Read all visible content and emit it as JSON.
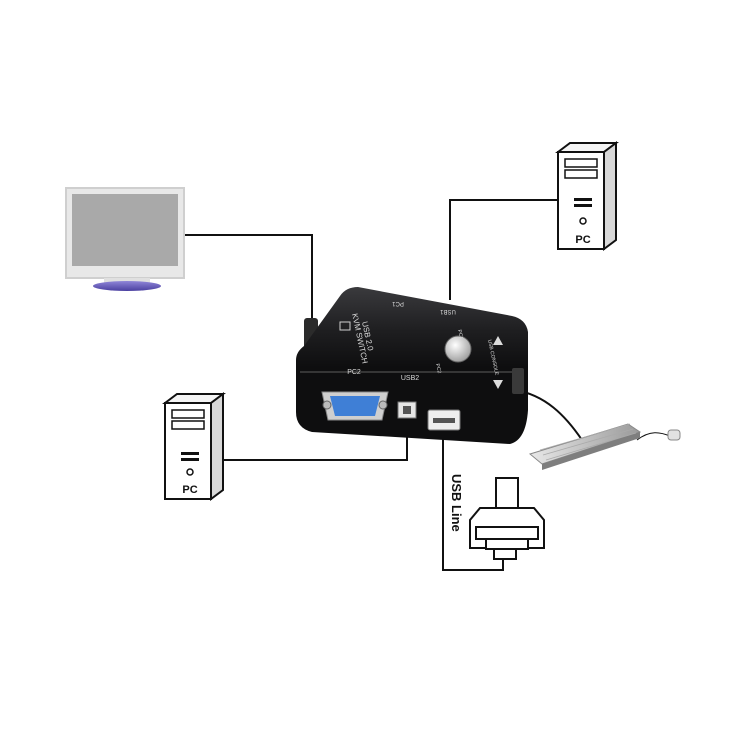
{
  "devices": {
    "pc_top_label": "PC",
    "pc_left_label": "PC"
  },
  "switch": {
    "title_line1": "USB 2.0",
    "title_line2": "KVM SWITCH",
    "port_label_pc1": "PC1",
    "port_label_usb1": "USB1",
    "port_label_pc2": "PC2",
    "port_label_usb2": "USB2",
    "led_label_pc1": "PC1",
    "led_label_pc2": "PC2",
    "side_label": "USB CONSOLE"
  },
  "cable": {
    "usb_line_label": "USB Line"
  },
  "colors": {
    "line": "#111111",
    "switch_body": "#1d1d1f",
    "vga_port": "#3f7fd6",
    "monitor_screen": "#a9a9a9",
    "monitor_stand": "#6a5fc0"
  }
}
